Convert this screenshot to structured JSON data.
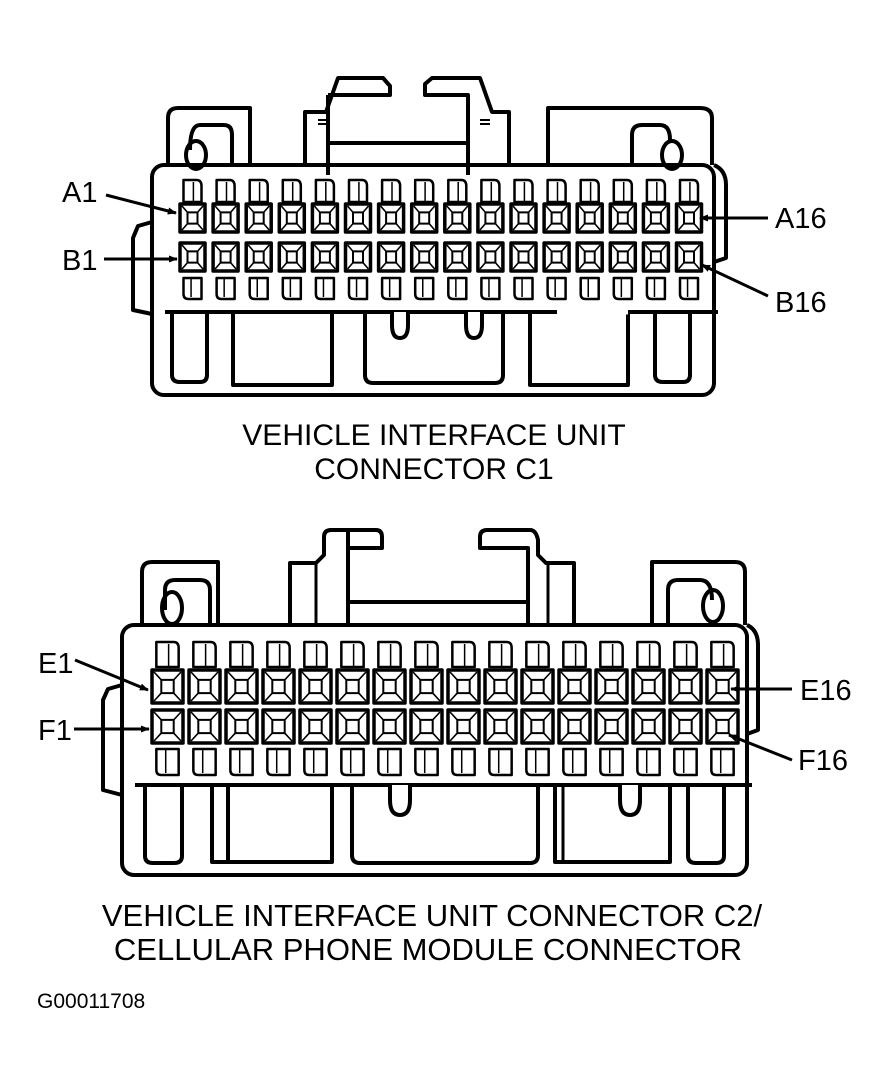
{
  "figure": {
    "figure_id": "G00011708",
    "colors": {
      "ink": "#000000",
      "paper": "#ffffff"
    }
  },
  "connectors": [
    {
      "id": "c1",
      "caption_lines": [
        "VEHICLE INTERFACE UNIT",
        "CONNECTOR C1"
      ],
      "pin_count_per_row": 16,
      "rows": [
        "A",
        "B"
      ],
      "callouts": {
        "top_left": "A1",
        "bottom_left": "B1",
        "top_right": "A16",
        "bottom_right": "B16"
      }
    },
    {
      "id": "c2",
      "caption_lines": [
        "VEHICLE INTERFACE UNIT CONNECTOR C2/",
        "CELLULAR PHONE MODULE CONNECTOR"
      ],
      "pin_count_per_row": 16,
      "rows": [
        "E",
        "F"
      ],
      "callouts": {
        "top_left": "E1",
        "bottom_left": "F1",
        "top_right": "E16",
        "bottom_right": "F16"
      }
    }
  ]
}
